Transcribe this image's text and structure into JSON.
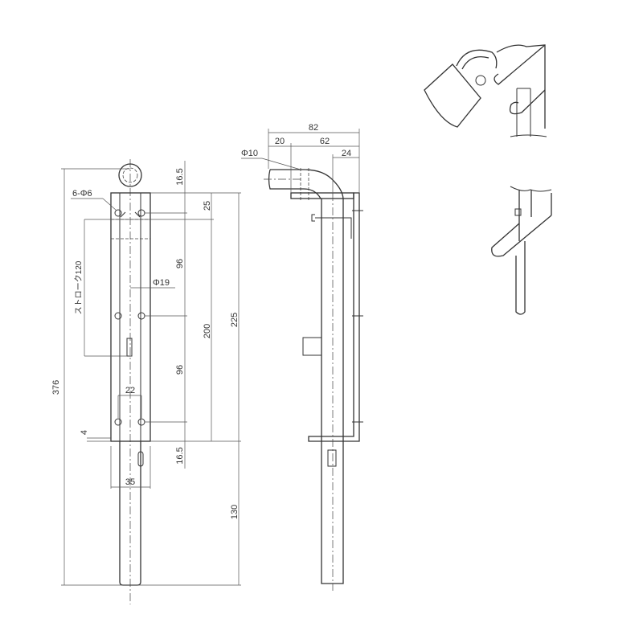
{
  "front_view": {
    "dims": {
      "overall": "376",
      "top_margin": "16.5",
      "hole_offset": "25",
      "pitch_upper": "96",
      "pitch_lower": "96",
      "hole_span": "200",
      "plate_length": "225",
      "bottom_margin": "16.5",
      "rod_extension": "130",
      "plate_width": "35",
      "hole_spacing": "22",
      "plate_thickness": "4",
      "rod_diameter": "Φ19",
      "holes": "6-Φ6",
      "stroke": "ストローク120"
    }
  },
  "side_view": {
    "dims": {
      "overall_depth": "82",
      "handle_length": "20",
      "handle_offset": "62",
      "bracket_offset": "24",
      "handle_diameter": "Φ10"
    }
  }
}
